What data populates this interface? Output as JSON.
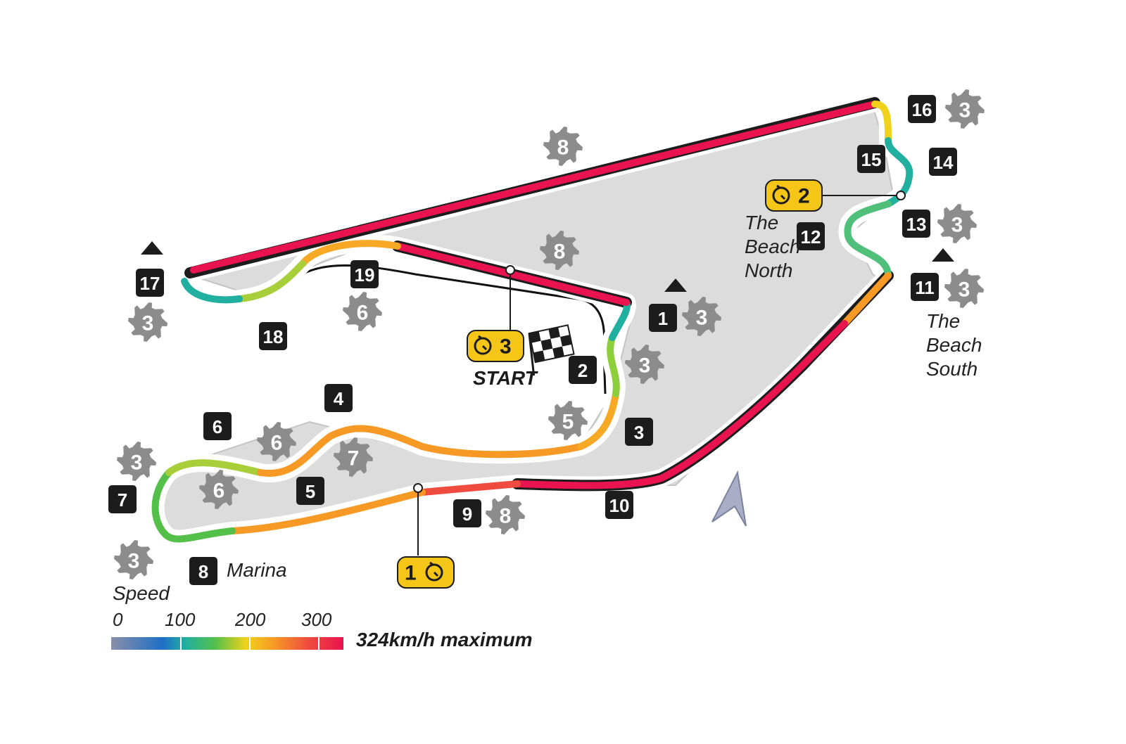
{
  "turns": [
    "1",
    "2",
    "3",
    "4",
    "5",
    "6",
    "7",
    "8",
    "9",
    "10",
    "11",
    "12",
    "13",
    "14",
    "15",
    "16",
    "17",
    "18",
    "19"
  ],
  "gears": {
    "t1": "3",
    "t2": "3",
    "t5": "5",
    "t6a": "6",
    "t6b": "6",
    "t7": "7",
    "t7b": "3",
    "t8": "3",
    "t9": "8",
    "t11": "3",
    "t13": "3",
    "t16": "3",
    "t17": "3",
    "t19": "6",
    "back_straight": "8",
    "pit_straight": "8"
  },
  "sectors": {
    "s1": "1",
    "s2": "2",
    "s3": "3"
  },
  "start_label": "START",
  "areas": {
    "beach_north": [
      "The",
      "Beach",
      "North"
    ],
    "beach_south": [
      "The",
      "Beach",
      "South"
    ],
    "marina": "Marina"
  },
  "legend": {
    "title": "Speed",
    "ticks": [
      "0",
      "100",
      "200",
      "300"
    ],
    "max_label": "324km/h maximum"
  },
  "colors": {
    "slow": "#1f6fc7",
    "medium": "#54c04a",
    "fast": "#f79a25",
    "top": "#e8134f",
    "sector_badge": "#f5c518"
  }
}
